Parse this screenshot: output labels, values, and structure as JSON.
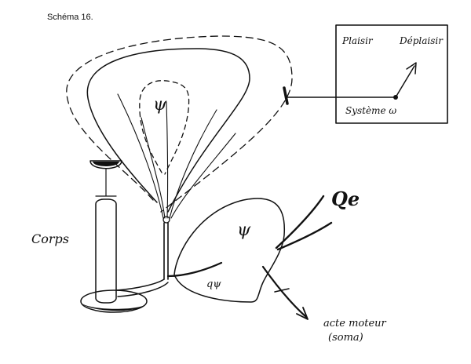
{
  "figure": {
    "title": "Schéma 16.",
    "colors": {
      "ink": "#111111",
      "background": "#ffffff"
    }
  },
  "labels": {
    "plaisir": "Plaisir",
    "deplaisir": "Déplaisir",
    "systeme": "Système ω",
    "psi_upper": "ψ",
    "psi_lower": "ψ",
    "qe": "Qe",
    "q_psi": "qψ",
    "corps": "Corps",
    "acte_moteur": "acte moteur",
    "soma": "(soma)"
  }
}
